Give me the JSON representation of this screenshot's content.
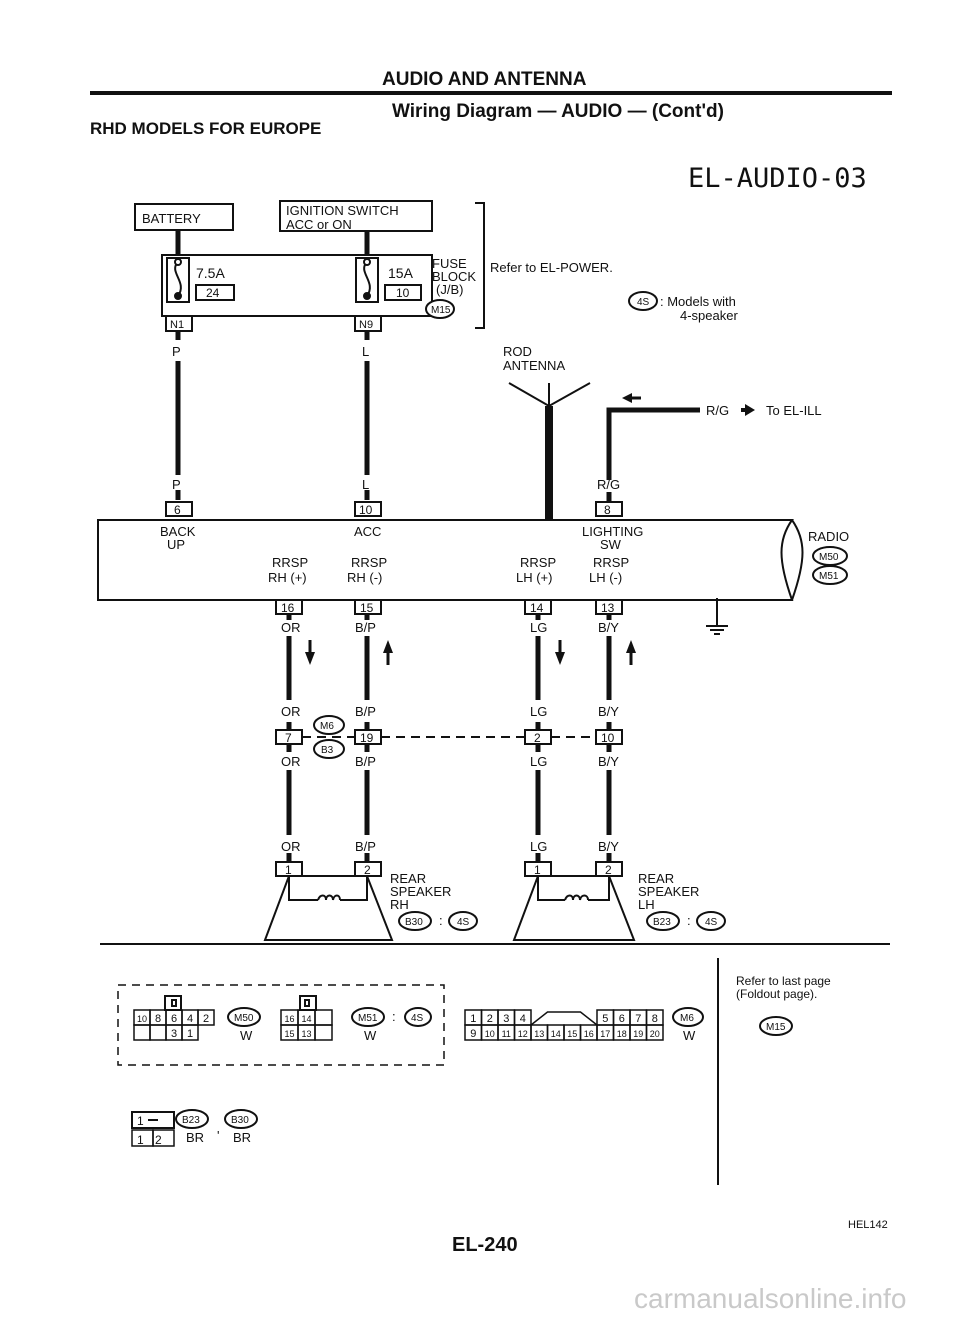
{
  "header": {
    "section": "AUDIO AND ANTENNA",
    "subtitle": "Wiring Diagram — AUDIO — (Cont'd)",
    "models": "RHD MODELS FOR EUROPE",
    "code": "EL-AUDIO-03"
  },
  "power": {
    "battery": "BATTERY",
    "ignition": "IGNITION SWITCH",
    "ignition_sub": "ACC or ON",
    "fuse1_amp": "7.5A",
    "fuse1_no": "24",
    "fuse2_amp": "15A",
    "fuse2_no": "10",
    "fuse_block": "FUSE",
    "fuse_block2": "BLOCK",
    "fuse_block3": "(J/B)",
    "fuse_conn": "M15",
    "refer": "Refer to EL-POWER.",
    "n1": "N1",
    "n9": "N9"
  },
  "note": {
    "code": "4S",
    "text1": ": Models with",
    "text2": "4-speaker"
  },
  "antenna": {
    "label1": "ROD",
    "label2": "ANTENNA"
  },
  "illumination": {
    "wire": "R/G",
    "target": "To EL-ILL"
  },
  "wires": {
    "p": "P",
    "l": "L",
    "rg": "R/G",
    "or": "OR",
    "bp": "B/P",
    "lg": "LG",
    "by": "B/Y"
  },
  "radio": {
    "name": "RADIO",
    "conn1": "M50",
    "conn2": "M51",
    "pin_backup": "6",
    "pin_acc": "10",
    "pin_light": "8",
    "backup_1": "BACK",
    "backup_2": "UP",
    "acc": "ACC",
    "lighting_1": "LIGHTING",
    "lighting_2": "SW",
    "rrsp": "RRSP",
    "rh_plus": "RH (+)",
    "rh_minus": "RH (-)",
    "lh_plus": "LH (+)",
    "lh_minus": "LH (-)",
    "pin16": "16",
    "pin15": "15",
    "pin14": "14",
    "pin13": "13"
  },
  "joint": {
    "m6": "M6",
    "b3": "B3",
    "pin7": "7",
    "pin19": "19",
    "pin2": "2",
    "pin10": "10"
  },
  "speakers": {
    "rear": "REAR",
    "speaker": "SPEAKER",
    "rh": "RH",
    "lh": "LH",
    "b30": "B30",
    "b23": "B23",
    "colon": ":",
    "pin1": "1",
    "pin2": "2"
  },
  "connectors": {
    "m50_pins_top": [
      "10",
      "8",
      "6",
      "4",
      "2"
    ],
    "m50_pins_bot": [
      "",
      "",
      "3",
      "1"
    ],
    "m50": "M50",
    "m50_color": "W",
    "m51_pins_top": [
      "16",
      "14",
      ""
    ],
    "m51_pins_bot": [
      "15",
      "13",
      ""
    ],
    "m51": "M51",
    "m51_color": "W",
    "m6_pins_top": [
      "1",
      "2",
      "3",
      "4",
      "5",
      "6",
      "7",
      "8"
    ],
    "m6_pins_bot": [
      "9",
      "10",
      "11",
      "12",
      "13",
      "14",
      "15",
      "16",
      "17",
      "18",
      "19",
      "20"
    ],
    "m6": "M6",
    "m6_color": "W",
    "refer1": "Refer to last page",
    "refer2": "(Foldout page).",
    "m15": "M15",
    "b_pins": [
      "1",
      "2"
    ],
    "b23": "B23",
    "b30": "B30",
    "b_color": "BR",
    "comma": "'"
  },
  "footer": {
    "page": "EL-240",
    "ref": "HEL142",
    "watermark": "carmanualsonline.info"
  }
}
